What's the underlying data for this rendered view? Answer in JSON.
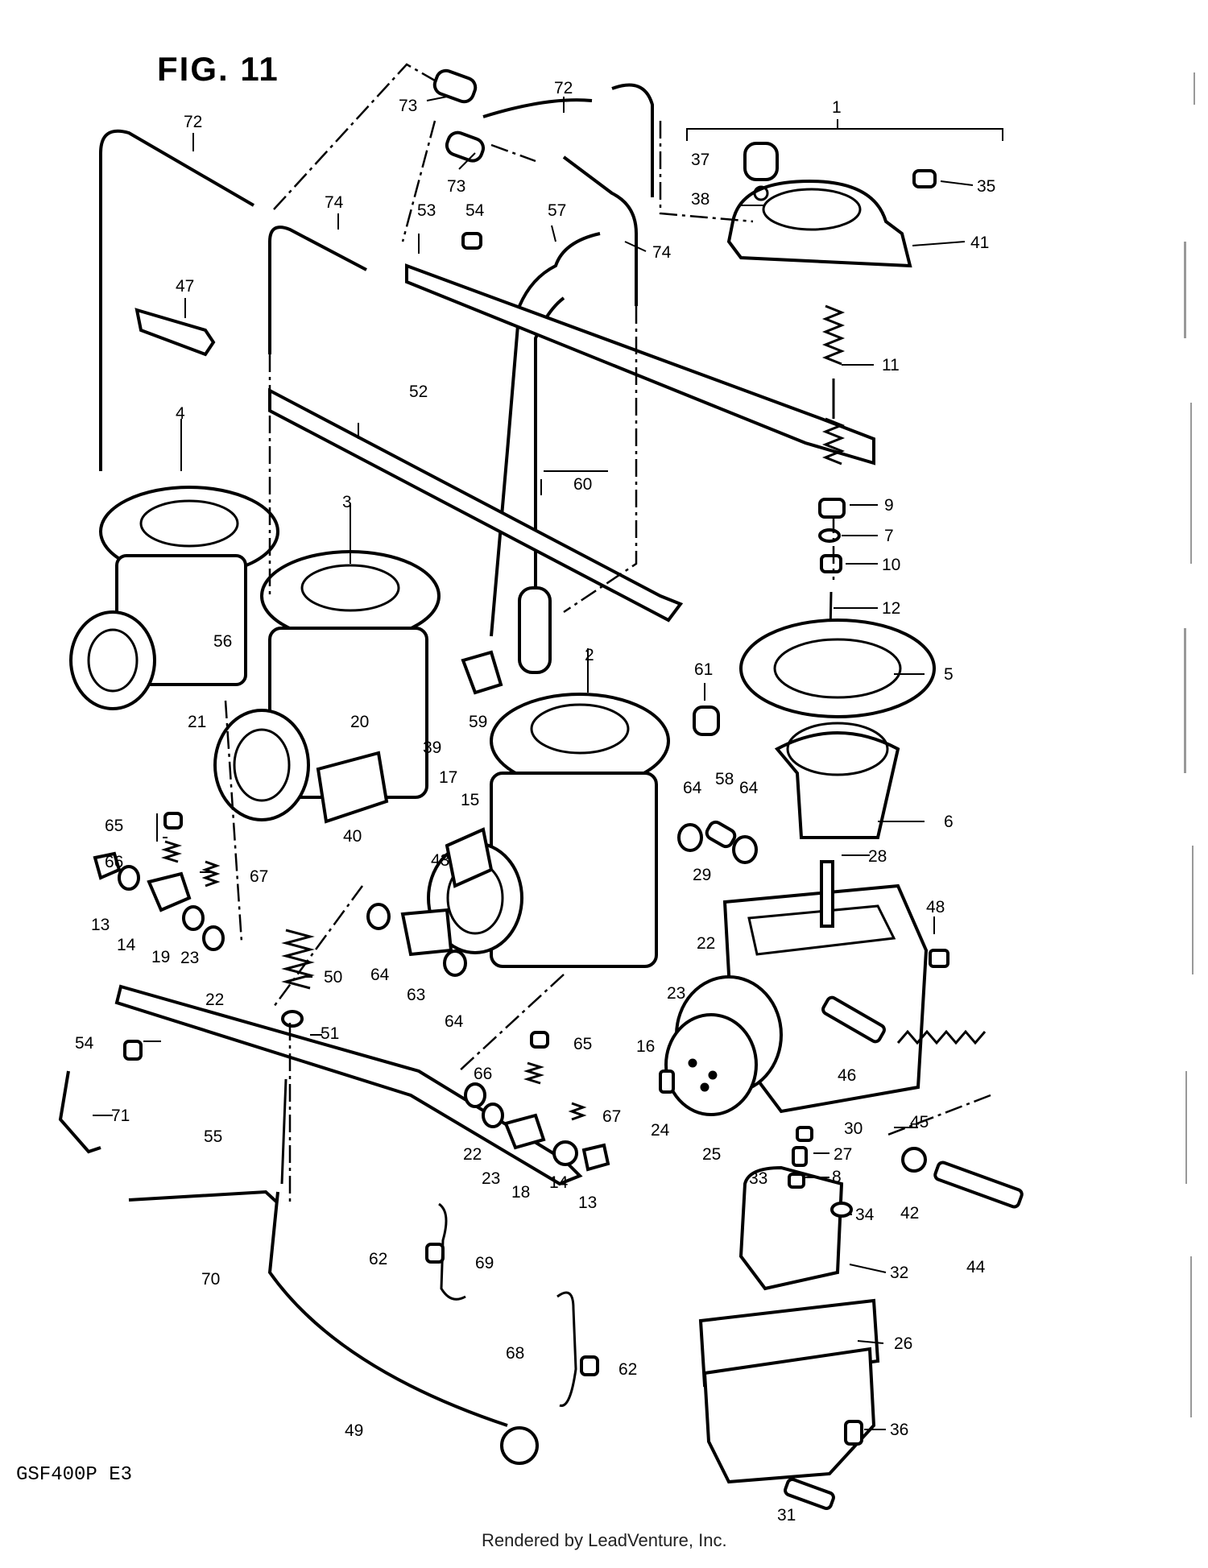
{
  "figure": {
    "title": "FIG. 11",
    "model": "GSF400P  E3"
  },
  "footer": "Rendered by LeadVenture, Inc.",
  "callouts": [
    {
      "id": "c1",
      "t": "1"
    },
    {
      "id": "c2",
      "t": "2"
    },
    {
      "id": "c3",
      "t": "3"
    },
    {
      "id": "c4",
      "t": "4"
    },
    {
      "id": "c5",
      "t": "5"
    },
    {
      "id": "c6",
      "t": "6"
    },
    {
      "id": "c7",
      "t": "7"
    },
    {
      "id": "c8",
      "t": "8"
    },
    {
      "id": "c9",
      "t": "9"
    },
    {
      "id": "c10",
      "t": "10"
    },
    {
      "id": "c11",
      "t": "11"
    },
    {
      "id": "c12",
      "t": "12"
    },
    {
      "id": "c13a",
      "t": "13"
    },
    {
      "id": "c13b",
      "t": "13"
    },
    {
      "id": "c14a",
      "t": "14"
    },
    {
      "id": "c14b",
      "t": "14"
    },
    {
      "id": "c15",
      "t": "15"
    },
    {
      "id": "c16",
      "t": "16"
    },
    {
      "id": "c17",
      "t": "17"
    },
    {
      "id": "c18",
      "t": "18"
    },
    {
      "id": "c19",
      "t": "19"
    },
    {
      "id": "c20",
      "t": "20"
    },
    {
      "id": "c21",
      "t": "21"
    },
    {
      "id": "c22a",
      "t": "22"
    },
    {
      "id": "c22b",
      "t": "22"
    },
    {
      "id": "c22c",
      "t": "22"
    },
    {
      "id": "c23a",
      "t": "23"
    },
    {
      "id": "c23b",
      "t": "23"
    },
    {
      "id": "c23c",
      "t": "23"
    },
    {
      "id": "c24",
      "t": "24"
    },
    {
      "id": "c25",
      "t": "25"
    },
    {
      "id": "c26",
      "t": "26"
    },
    {
      "id": "c27",
      "t": "27"
    },
    {
      "id": "c28",
      "t": "28"
    },
    {
      "id": "c29",
      "t": "29"
    },
    {
      "id": "c30",
      "t": "30"
    },
    {
      "id": "c31",
      "t": "31"
    },
    {
      "id": "c32",
      "t": "32"
    },
    {
      "id": "c33",
      "t": "33"
    },
    {
      "id": "c34",
      "t": "34"
    },
    {
      "id": "c35",
      "t": "35"
    },
    {
      "id": "c36",
      "t": "36"
    },
    {
      "id": "c37",
      "t": "37"
    },
    {
      "id": "c38",
      "t": "38"
    },
    {
      "id": "c39",
      "t": "39"
    },
    {
      "id": "c40",
      "t": "40"
    },
    {
      "id": "c41",
      "t": "41"
    },
    {
      "id": "c42",
      "t": "42"
    },
    {
      "id": "c43",
      "t": "43"
    },
    {
      "id": "c44",
      "t": "44"
    },
    {
      "id": "c45",
      "t": "45"
    },
    {
      "id": "c46",
      "t": "46"
    },
    {
      "id": "c47",
      "t": "47"
    },
    {
      "id": "c48",
      "t": "48"
    },
    {
      "id": "c49",
      "t": "49"
    },
    {
      "id": "c50",
      "t": "50"
    },
    {
      "id": "c51",
      "t": "51"
    },
    {
      "id": "c52",
      "t": "52"
    },
    {
      "id": "c53",
      "t": "53"
    },
    {
      "id": "c54a",
      "t": "54"
    },
    {
      "id": "c54b",
      "t": "54"
    },
    {
      "id": "c55",
      "t": "55"
    },
    {
      "id": "c56",
      "t": "56"
    },
    {
      "id": "c57",
      "t": "57"
    },
    {
      "id": "c58",
      "t": "58"
    },
    {
      "id": "c59",
      "t": "59"
    },
    {
      "id": "c60",
      "t": "60"
    },
    {
      "id": "c61",
      "t": "61"
    },
    {
      "id": "c62a",
      "t": "62"
    },
    {
      "id": "c62b",
      "t": "62"
    },
    {
      "id": "c63",
      "t": "63"
    },
    {
      "id": "c64a",
      "t": "64"
    },
    {
      "id": "c64b",
      "t": "64"
    },
    {
      "id": "c64c",
      "t": "64"
    },
    {
      "id": "c64d",
      "t": "64"
    },
    {
      "id": "c65a",
      "t": "65"
    },
    {
      "id": "c65b",
      "t": "65"
    },
    {
      "id": "c66a",
      "t": "66"
    },
    {
      "id": "c66b",
      "t": "66"
    },
    {
      "id": "c67a",
      "t": "67"
    },
    {
      "id": "c67b",
      "t": "67"
    },
    {
      "id": "c68",
      "t": "68"
    },
    {
      "id": "c69",
      "t": "69"
    },
    {
      "id": "c70",
      "t": "70"
    },
    {
      "id": "c71",
      "t": "71"
    },
    {
      "id": "c72a",
      "t": "72"
    },
    {
      "id": "c72b",
      "t": "72"
    },
    {
      "id": "c73a",
      "t": "73"
    },
    {
      "id": "c73b",
      "t": "73"
    },
    {
      "id": "c74a",
      "t": "74"
    },
    {
      "id": "c74b",
      "t": "74"
    }
  ]
}
